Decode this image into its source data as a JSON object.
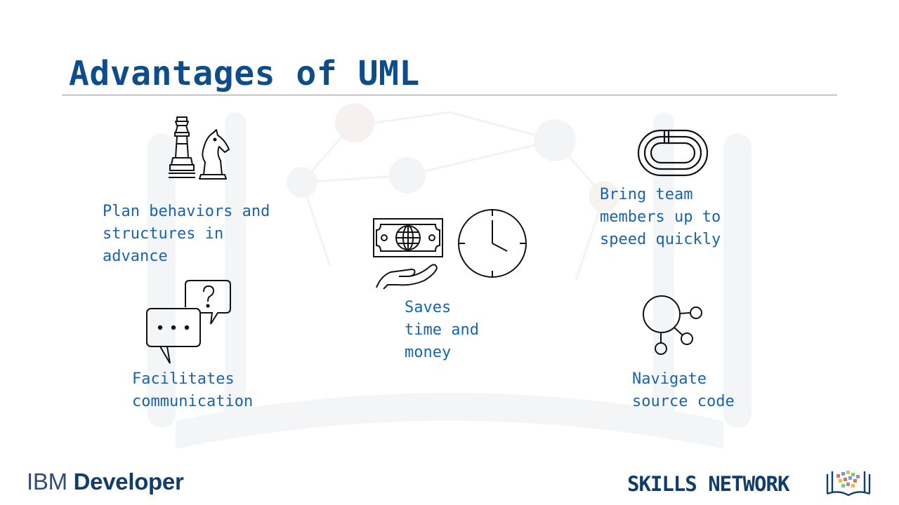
{
  "slide": {
    "title": "Advantages of UML"
  },
  "advantages": [
    {
      "caption": "Plan behaviors and\nstructures in\nadvance",
      "icon": "chess-pieces-icon"
    },
    {
      "caption": "Bring team\nmembers up to\nspeed quickly",
      "icon": "running-track-icon"
    },
    {
      "caption": "Saves\ntime and\nmoney",
      "icon": "money-hand-icon"
    },
    {
      "caption": "Facilitates\ncommunication",
      "icon": "chat-bubbles-icon"
    },
    {
      "caption": "Navigate\nsource code",
      "icon": "node-network-icon"
    }
  ],
  "footer": {
    "brand_light": "IBM ",
    "brand_bold": "Developer",
    "network": "SKILLS NETWORK"
  },
  "colors": {
    "title": "#0f4c8a",
    "caption": "#1a63ad",
    "rule": "#7d96b3",
    "brand": "#123c6b"
  }
}
